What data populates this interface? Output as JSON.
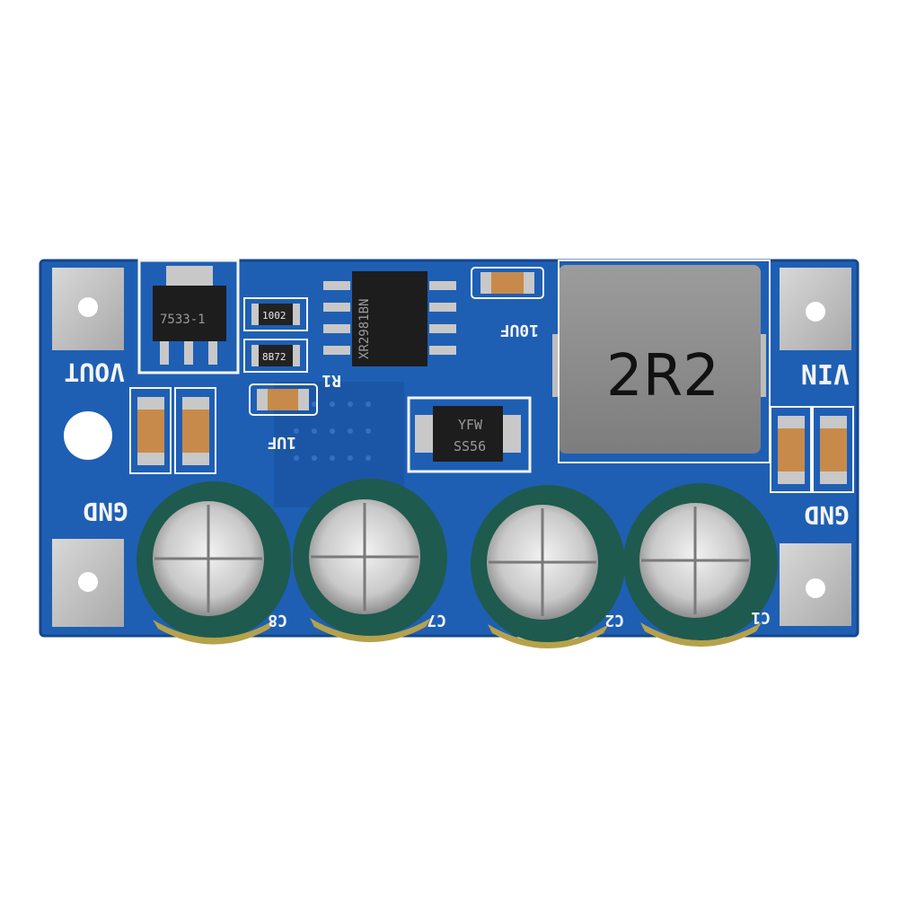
{
  "board": {
    "pcb_color": "#1e5fb4",
    "silkscreen_color": "#f4f4f4",
    "labels": {
      "vout": "VOUT",
      "vin": "VIN",
      "gnd_left": "GND",
      "gnd_right": "GND",
      "r1": "R1",
      "cap_1uf": "1UF",
      "cap_10uf": "10UF",
      "c8": "C8",
      "c7": "C7",
      "c2": "C2",
      "c1": "C1"
    }
  },
  "components": {
    "regulator": {
      "marking": "7533-1"
    },
    "resistor_top": {
      "marking": "1002"
    },
    "resistor_bottom": {
      "marking": "8B72"
    },
    "controller_ic": {
      "marking": "XR2981BN"
    },
    "diode": {
      "marking_line1": "YFW",
      "marking_line2": "SS56"
    },
    "inductor": {
      "marking": "2R2"
    }
  },
  "capacitors": [
    {
      "marking": "C8",
      "body_color": "#1f5a4e"
    },
    {
      "marking": "C7",
      "body_color": "#1f5a4e"
    },
    {
      "marking": "C2",
      "body_color": "#1f5a4e"
    },
    {
      "marking": "C1",
      "body_color": "#1f5a4e"
    }
  ]
}
